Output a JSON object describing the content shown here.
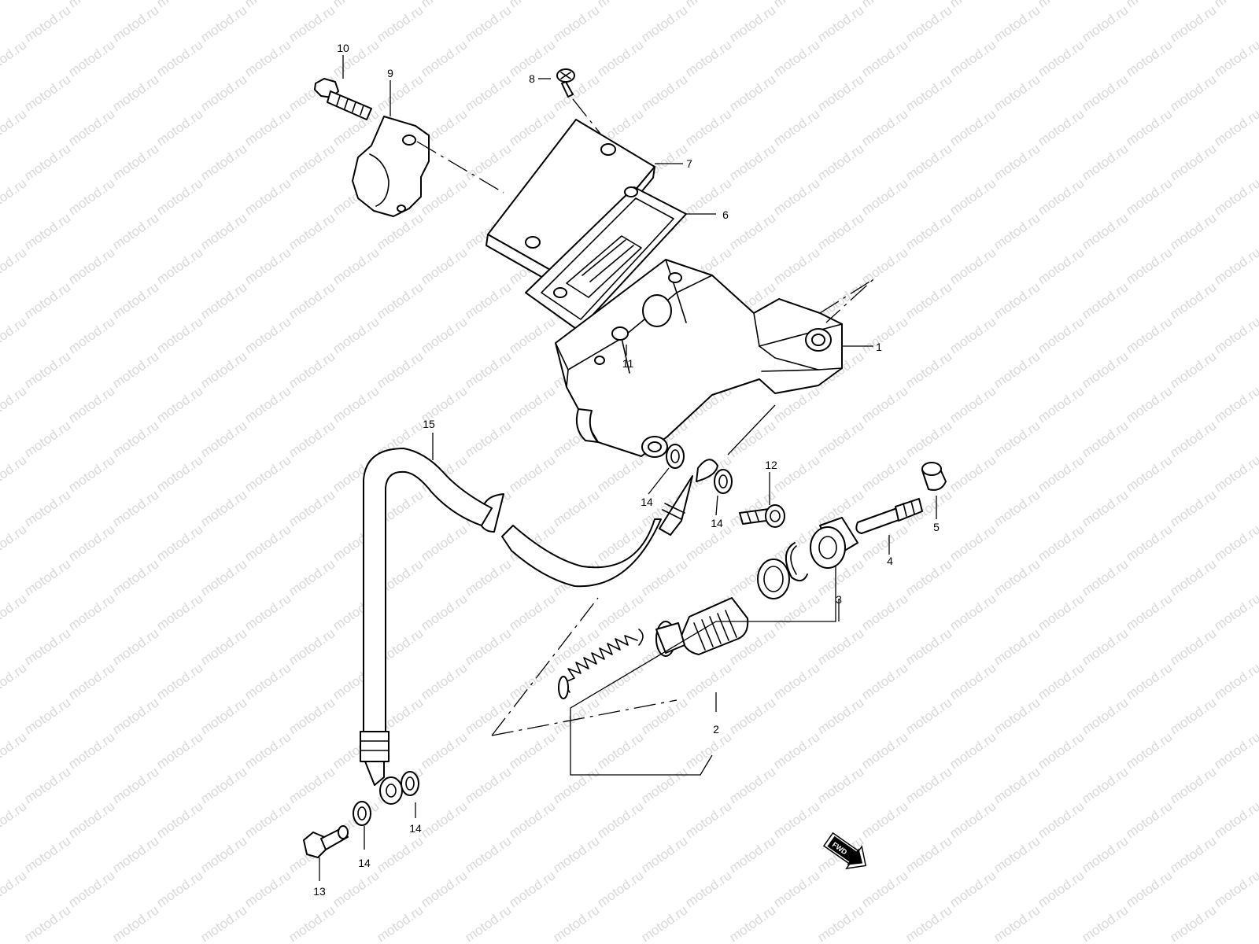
{
  "watermark": "motod.ru",
  "part_labels": {
    "p1": "1",
    "p2": "2",
    "p3": "3",
    "p4": "4",
    "p5": "5",
    "p6": "6",
    "p7": "7",
    "p8": "8",
    "p9": "9",
    "p10": "10",
    "p11": "11",
    "p12": "12",
    "p13": "13",
    "p14a": "14",
    "p14b": "14",
    "p14c": "14",
    "p14d": "14",
    "p15": "15"
  },
  "direction_badge": "FWD",
  "icons": {
    "direction": "forward-arrow-icon"
  }
}
